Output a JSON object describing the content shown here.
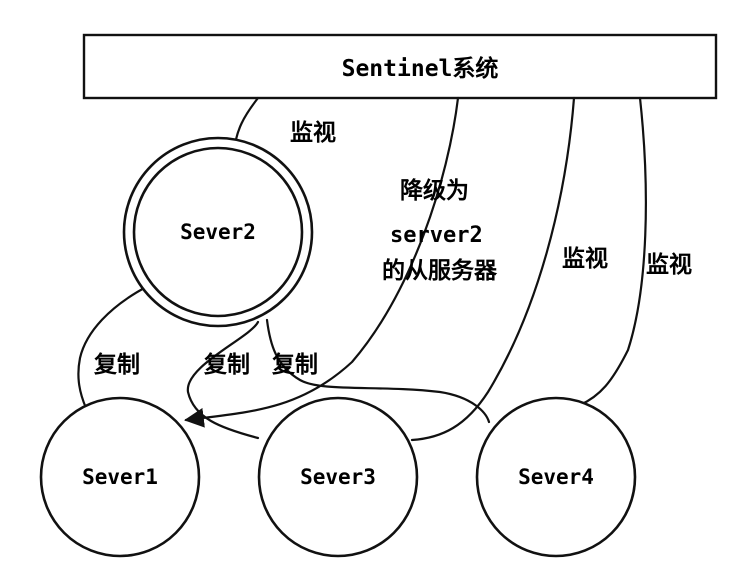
{
  "system_box": {
    "label": "Sentinel系统"
  },
  "servers": {
    "s2": "Sever2",
    "s1": "Sever1",
    "s3": "Sever3",
    "s4": "Sever4"
  },
  "edge_labels": {
    "monitor_s2": "监视",
    "downgrade_line1": "降级为",
    "downgrade_line2": "server2",
    "downgrade_line3": "的从服务器",
    "monitor_s3": "监视",
    "monitor_s4": "监视",
    "replicate_s2_s1": "复制",
    "replicate_s3_s1": "复制",
    "replicate_s4_s1": "复制"
  }
}
